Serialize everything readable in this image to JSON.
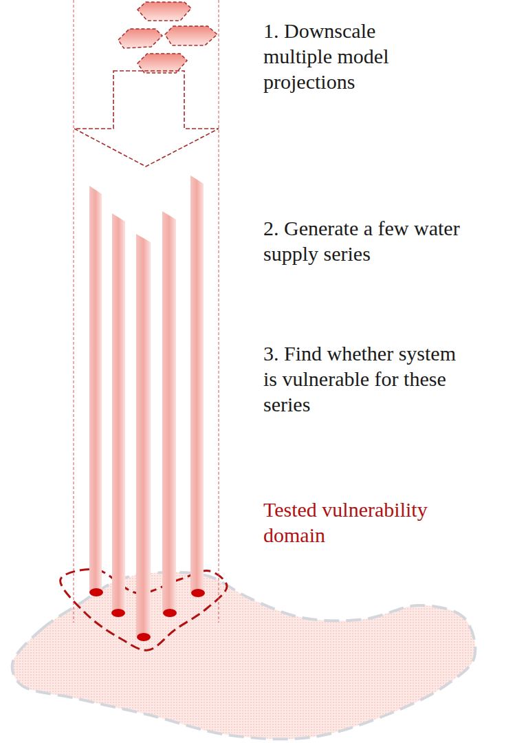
{
  "diagram": {
    "labels": [
      "1. Downscale multiple model projections",
      "2. Generate a few water supply series",
      "3. Find whether system is vulnerable for these series",
      "Tested vulnerability domain"
    ]
  }
}
